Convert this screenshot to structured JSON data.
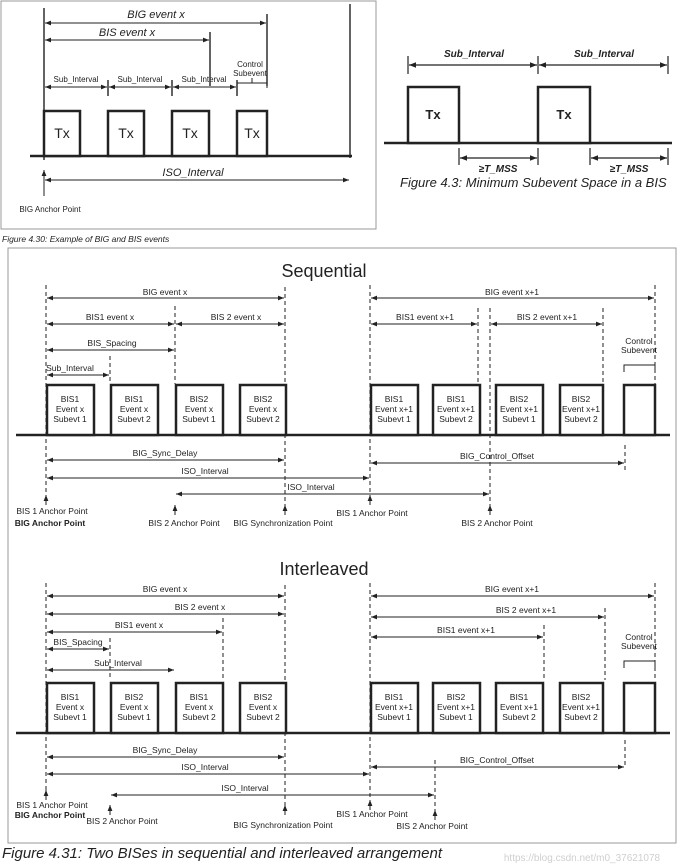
{
  "fig430": {
    "caption": "Figure 4.30: Example of BIG and BIS events",
    "big_event": "BIG event x",
    "bis_event": "BIS event x",
    "sub_interval": "Sub_Interval",
    "control_subevent": [
      "Control",
      "Subevent"
    ],
    "tx": "Tx",
    "iso_interval": "ISO_Interval",
    "anchor": "BIG Anchor Point"
  },
  "fig43": {
    "caption": "Figure 4.3: Minimum Subevent Space in a BIS",
    "sub_interval": "Sub_Interval",
    "tx": "Tx",
    "tmss": "≥T_MSS"
  },
  "sequential": {
    "title": "Sequential",
    "big_event_x": "BIG event x",
    "big_event_x1": "BIG event x+1",
    "bis1_event_x": "BIS1 event x",
    "bis2_event_x": "BIS 2 event x",
    "bis1_event_x1": "BIS1 event x+1",
    "bis2_event_x1": "BIS 2 event x+1",
    "bis_spacing": "BIS_Spacing",
    "sub_interval": "Sub_Interval",
    "control_subevent": [
      "Control",
      "Subevent"
    ],
    "boxes": [
      [
        "BIS1",
        "Event x",
        "Subevt 1"
      ],
      [
        "BIS1",
        "Event x",
        "Subevt 2"
      ],
      [
        "BIS2",
        "Event x",
        "Subevt 1"
      ],
      [
        "BIS2",
        "Event x",
        "Subevt 2"
      ],
      [
        "BIS1",
        "Event x+1",
        "Subevt 1"
      ],
      [
        "BIS1",
        "Event x+1",
        "Subevt 2"
      ],
      [
        "BIS2",
        "Event x+1",
        "Subevt 1"
      ],
      [
        "BIS2",
        "Event x+1",
        "Subevt 2"
      ]
    ],
    "big_sync_delay": "BIG_Sync_Delay",
    "big_control_offset": "BIG_Control_Offset",
    "iso_interval": "ISO_Interval",
    "anchor_bis1": "BIS 1 Anchor Point",
    "anchor_big": "BIG Anchor Point",
    "anchor_bis2": "BIS 2 Anchor Point",
    "big_sync_point": "BIG Synchronization Point"
  },
  "interleaved": {
    "title": "Interleaved",
    "big_event_x": "BIG event x",
    "big_event_x1": "BIG event x+1",
    "bis2_event_x": "BIS 2 event x",
    "bis1_event_x": "BIS1 event x",
    "bis2_event_x1": "BIS 2 event x+1",
    "bis1_event_x1": "BIS1 event x+1",
    "bis_spacing": "BIS_Spacing",
    "sub_interval": "Sub_Interval",
    "control_subevent": [
      "Control",
      "Subevent"
    ],
    "boxes": [
      [
        "BIS1",
        "Event x",
        "Subevt 1"
      ],
      [
        "BIS2",
        "Event x",
        "Subevt 1"
      ],
      [
        "BIS1",
        "Event x",
        "Subevt 2"
      ],
      [
        "BIS2",
        "Event x",
        "Subevt 2"
      ],
      [
        "BIS1",
        "Event x+1",
        "Subevt 1"
      ],
      [
        "BIS2",
        "Event x+1",
        "Subevt 1"
      ],
      [
        "BIS1",
        "Event x+1",
        "Subevt 2"
      ],
      [
        "BIS2",
        "Event x+1",
        "Subevt 2"
      ]
    ],
    "big_sync_delay": "BIG_Sync_Delay",
    "big_control_offset": "BIG_Control_Offset",
    "iso_interval": "ISO_Interval",
    "anchor_bis1": "BIS 1 Anchor Point",
    "anchor_big": "BIG Anchor Point",
    "anchor_bis2": "BIS 2 Anchor Point",
    "big_sync_point": "BIG Synchronization Point"
  },
  "fig431_caption": "Figure 4.31: Two BISes in sequential and interleaved arrangement",
  "watermark": "https://blog.csdn.net/m0_37621078"
}
